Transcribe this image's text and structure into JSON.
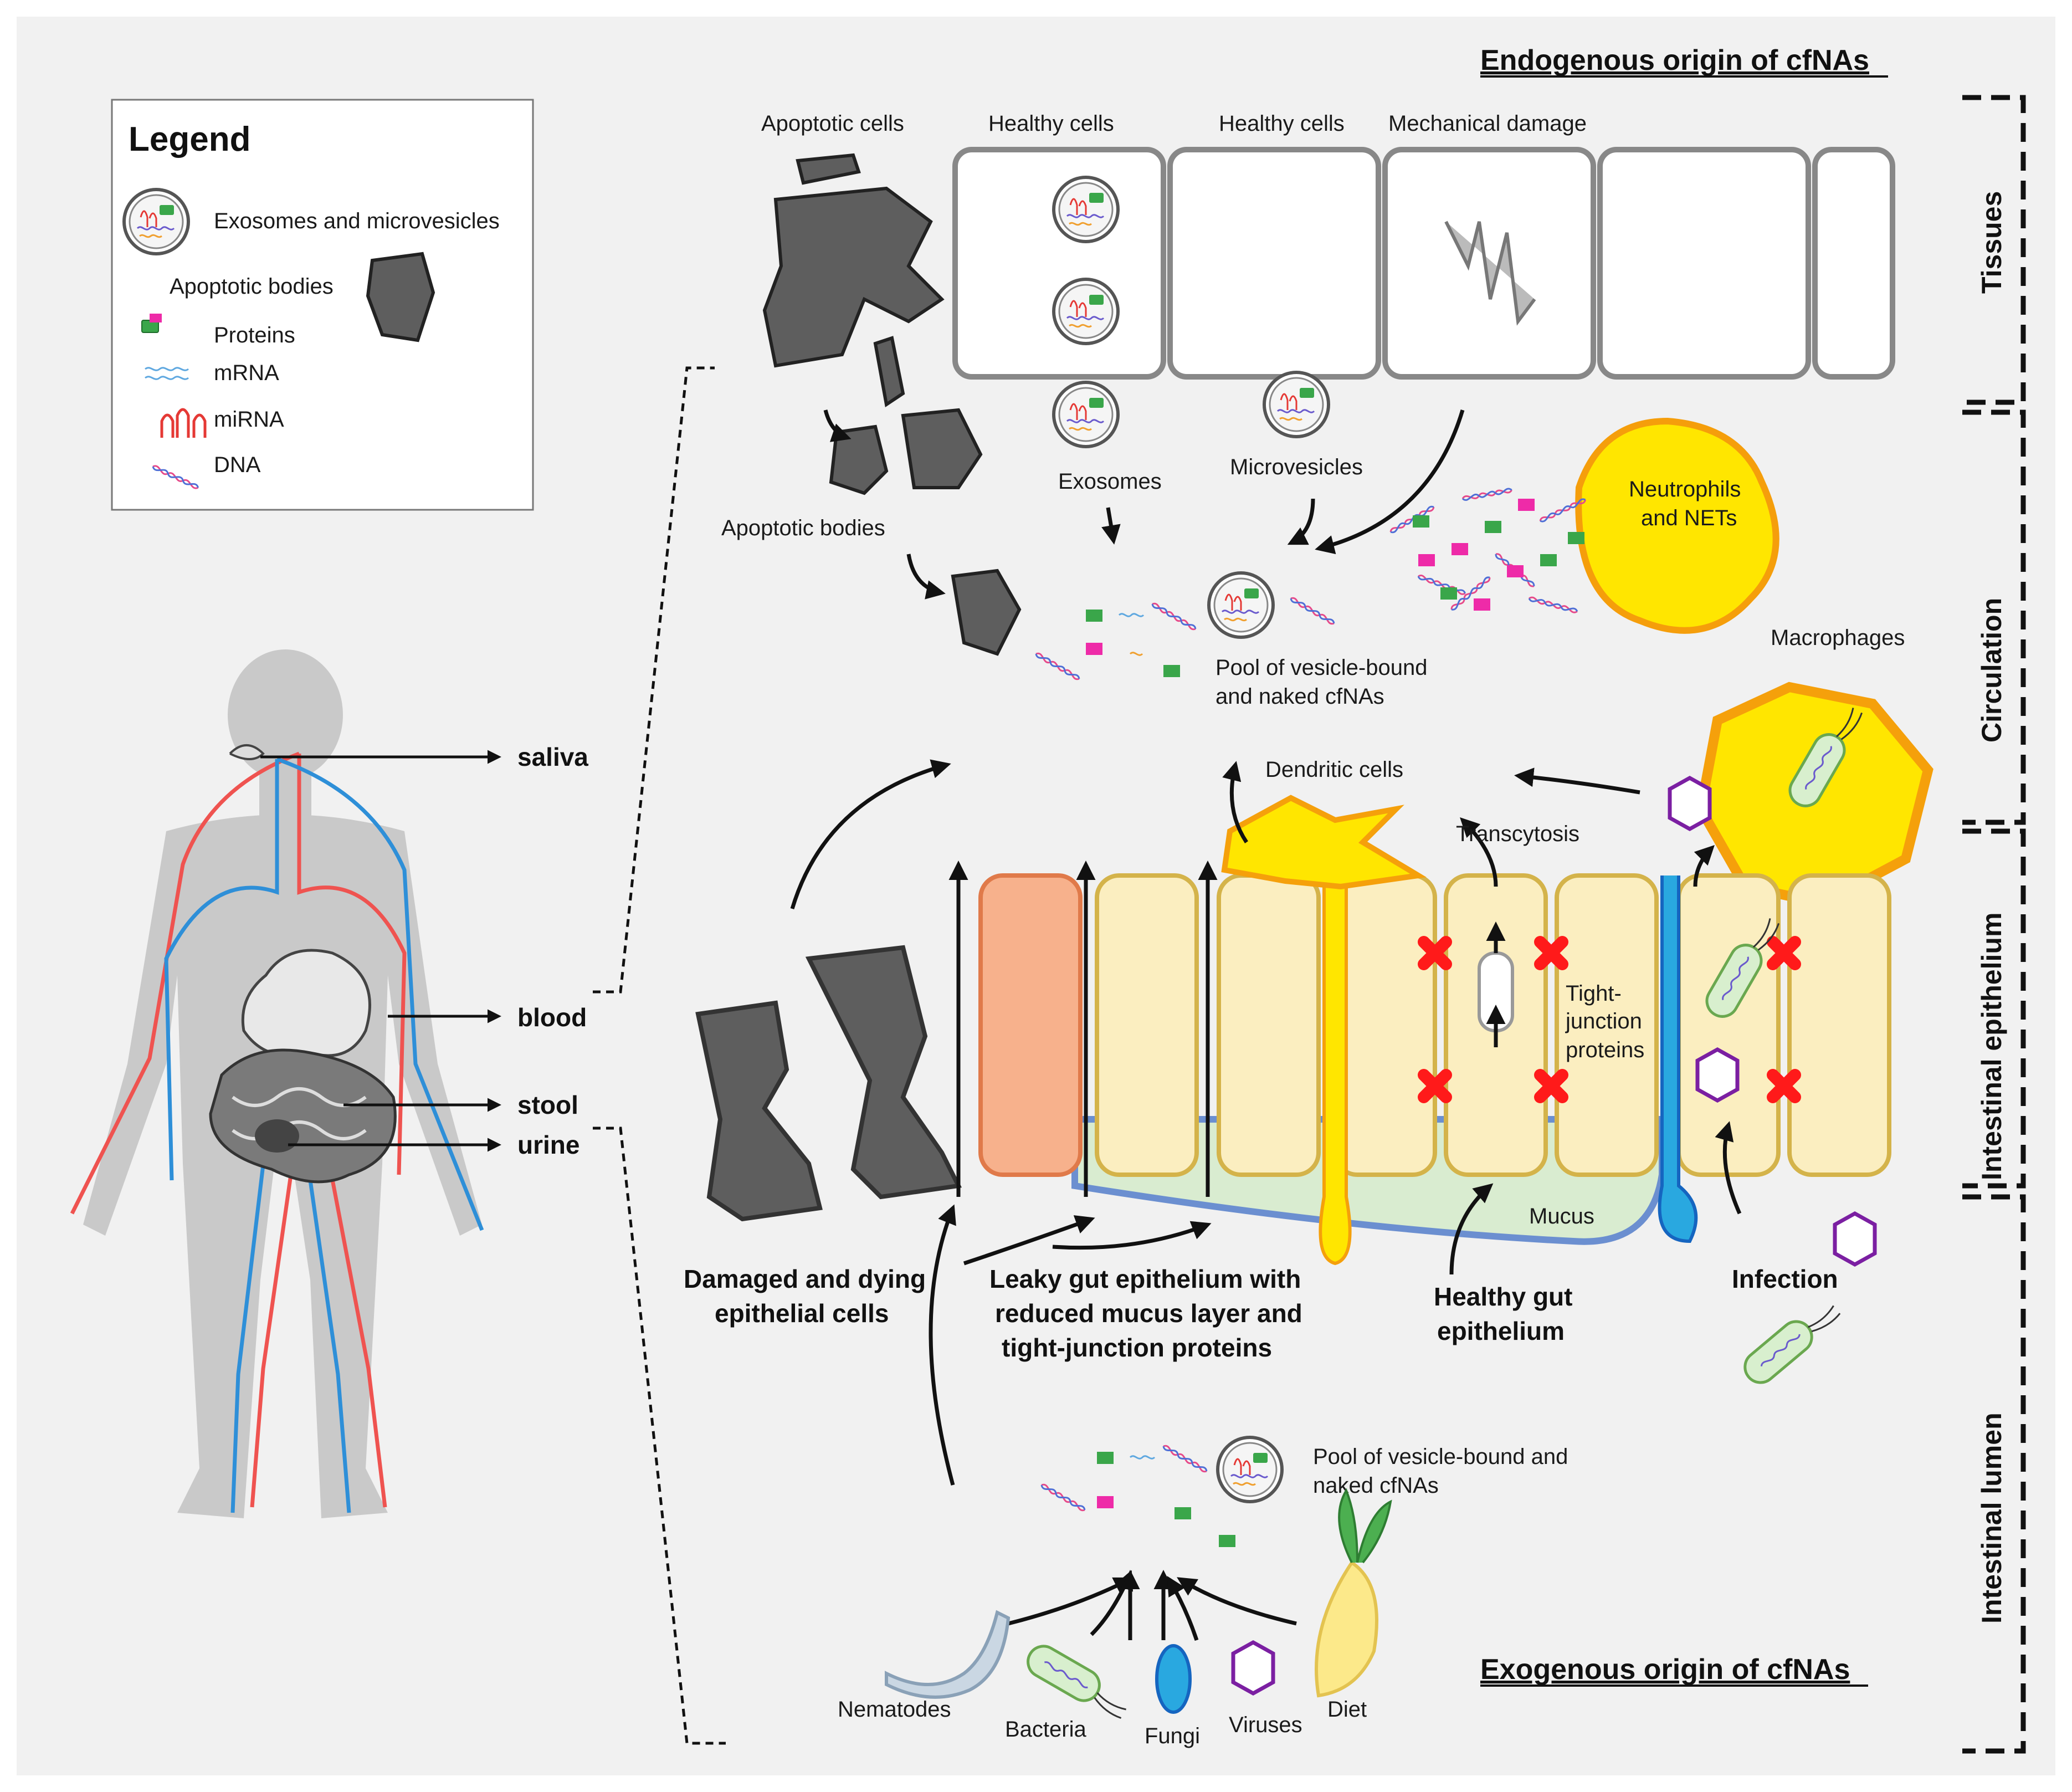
{
  "headings": {
    "endogenous": "Endogenous origin of cfNAs",
    "exogenous": "Exogenous origin of cfNAs"
  },
  "legend": {
    "title": "Legend",
    "exosomes": "Exosomes and microvesicles",
    "apoptotic": "Apoptotic bodies",
    "proteins": "Proteins",
    "mrna": "mRNA",
    "mirna": "miRNA",
    "dna": "DNA"
  },
  "body_sites": {
    "saliva": "saliva",
    "blood": "blood",
    "stool": "stool",
    "urine": "urine"
  },
  "tissues": {
    "apoptotic_cells": "Apoptotic cells",
    "healthy_cells_1": "Healthy cells",
    "healthy_cells_2": "Healthy cells",
    "mechanical_damage": "Mechanical damage",
    "exosomes": "Exosomes",
    "microvesicles": "Microvesicles",
    "apoptotic_bodies": "Apoptotic bodies"
  },
  "circulation": {
    "neutrophils_line1": "Neutrophils",
    "neutrophils_line2": "and NETs",
    "macrophages": "Macrophages",
    "pool_line1": "Pool of vesicle-bound",
    "pool_line2": "and naked cfNAs",
    "dendritic": "Dendritic cells",
    "transcytosis": "Transcytosis"
  },
  "epithelium": {
    "tj_line1": "Tight-",
    "tj_line2": "junction",
    "tj_line3": "proteins",
    "mucus": "Mucus",
    "damaged_line1": "Damaged and dying",
    "damaged_line2": "epithelial cells",
    "leaky_line1": "Leaky gut epithelium with",
    "leaky_line2": "reduced mucus layer and",
    "leaky_line3": "tight-junction proteins",
    "healthy_line1": "Healthy gut",
    "healthy_line2": "epithelium",
    "infection": "Infection"
  },
  "lumen": {
    "pool_line1": "Pool of vesicle-bound and",
    "pool_line2": "naked cfNAs",
    "nematodes": "Nematodes",
    "bacteria": "Bacteria",
    "fungi": "Fungi",
    "viruses": "Viruses",
    "diet": "Diet"
  },
  "compartments": {
    "tissues": "Tissues",
    "circulation": "Circulation",
    "epithelium": "Intestinal epithelium",
    "lumen": "Intestinal lumen"
  },
  "colors": {
    "panel": "#f1f1f1",
    "cell_dark": "#5e5e5e",
    "cell_yellow": "#fbeec0",
    "neutrophil": "#ffe600",
    "protein_green": "#3aa64a",
    "protein_pink": "#ee2ba8",
    "red_x": "#ff1a1a",
    "blood_red": "#ef5350",
    "blood_blue": "#2e8fd8"
  }
}
